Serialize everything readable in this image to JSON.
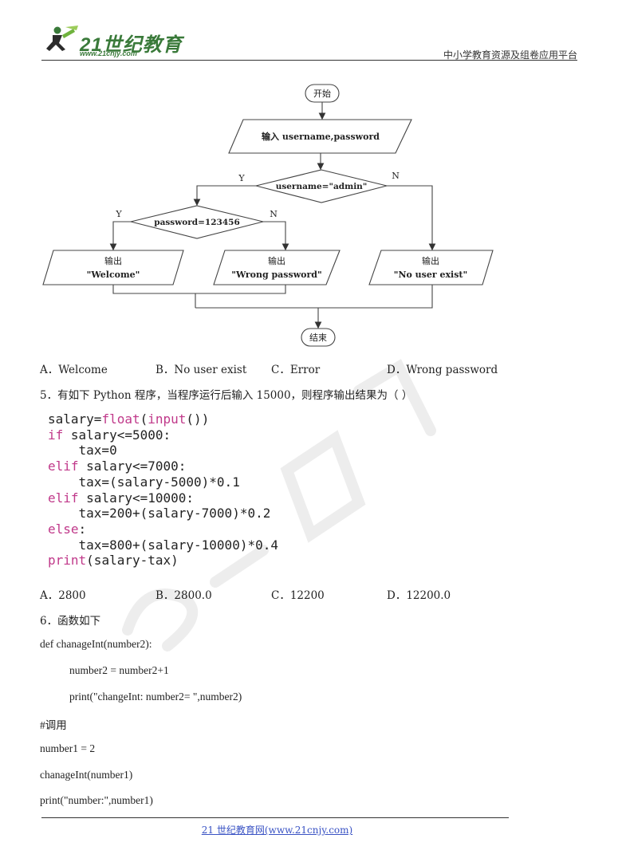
{
  "header": {
    "logo_text": "21世纪教育",
    "logo_url": "www.21cnjy.com",
    "right_text": "中小学教育资源及组卷应用平台"
  },
  "flowchart": {
    "start": "开始",
    "input": "输入 username,password",
    "decision1": "username=\"admin\"",
    "decision2": "password=123456",
    "y1": "Y",
    "n1": "N",
    "y2": "Y",
    "n2": "N",
    "out_label": "输出",
    "out1": "\"Welcome\"",
    "out2": "\"Wrong password\"",
    "out3": "\"No user exist\"",
    "end": "结束"
  },
  "q4_options": [
    "A．Welcome",
    "B．No user exist",
    "C．Error",
    "D．Wrong password"
  ],
  "q5": {
    "stem": "5．有如下 Python 程序，当程序运行后输入 15000，则程序输出结果为（      ）",
    "code": [
      {
        "indent": "",
        "kw": "",
        "rest": "salary=",
        "kw2": "float",
        "p1": "(",
        "kw3": "input",
        "p2": "())"
      },
      {
        "indent": "",
        "kw": "if",
        "rest": " salary<=5000:"
      },
      {
        "indent": "    ",
        "kw": "",
        "rest": "tax=0"
      },
      {
        "indent": "",
        "kw": "elif",
        "rest": " salary<=7000:"
      },
      {
        "indent": "    ",
        "kw": "",
        "rest": "tax=(salary-5000)*0.1"
      },
      {
        "indent": "",
        "kw": "elif",
        "rest": " salary<=10000:"
      },
      {
        "indent": "    ",
        "kw": "",
        "rest": "tax=200+(salary-7000)*0.2"
      },
      {
        "indent": "",
        "kw": "else",
        "rest": ":"
      },
      {
        "indent": "    ",
        "kw": "",
        "rest": "tax=800+(salary-10000)*0.4"
      },
      {
        "indent": "",
        "kw": "print",
        "rest": "(salary-tax)"
      }
    ],
    "options": [
      "A．2800",
      "B．2800.0",
      "C．12200",
      "D．12200.0"
    ]
  },
  "q6": {
    "stem": "6．函数如下",
    "lines": [
      "def chanageInt(number2):",
      "number2 = number2+1",
      "print(\"changeInt: number2= \",number2)",
      "#调用",
      "number1 = 2",
      "chanageInt(number1)",
      "print(\"number:\",number1)"
    ]
  },
  "footer": {
    "link": "21 世纪教育网(www.21cnjy.com)"
  },
  "colors": {
    "keyword": "#c0398a",
    "logo": "#3a7a3a",
    "link": "#3a53c4"
  }
}
